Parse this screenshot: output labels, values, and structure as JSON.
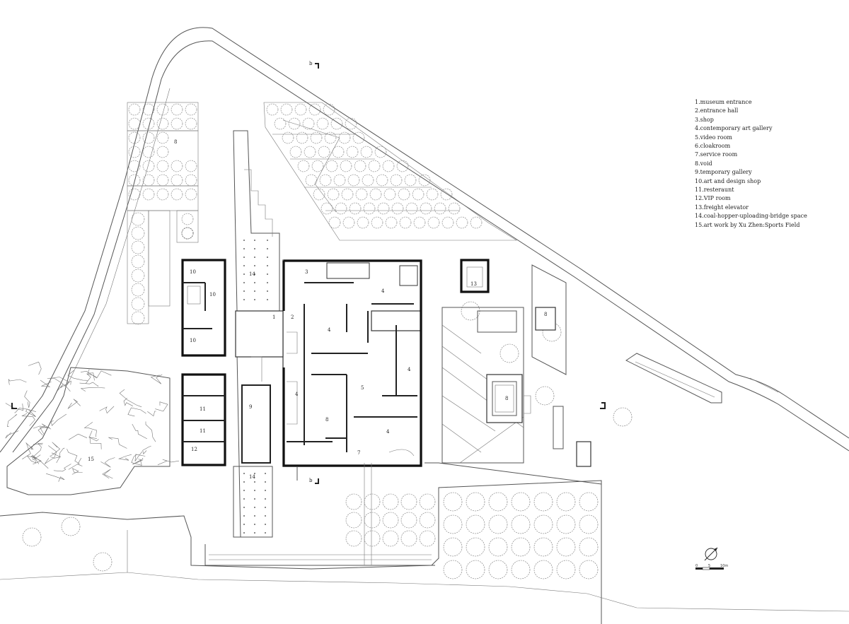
{
  "legend": [
    "1.museum entrance",
    "2.entrance hall",
    "3.shop",
    "4.contemporary art gallery",
    "5.video room",
    "6.cloakroom",
    "7.service room",
    "8.void",
    "9.temporary gallery",
    "10.art and design shop",
    "11.resteraunt",
    "12.VIP room",
    "13.freight elevator",
    "14.coal-hopper-uploading-bridge space",
    "15.art work by Xu Zhen:Sports Field"
  ],
  "room_labels": {
    "r1": "1",
    "r2": "2",
    "r3": "3",
    "r4a": "4",
    "r4b": "4",
    "r4c": "4",
    "r4d": "4",
    "r4e": "4",
    "r5": "5",
    "r7": "7",
    "r8a": "8",
    "r8b": "8",
    "r8c": "8",
    "r8d": "8",
    "r9": "9",
    "r10a": "10",
    "r10b": "10",
    "r10c": "10",
    "r11a": "11",
    "r11b": "11",
    "r12": "12",
    "r13": "13",
    "r14a": "14",
    "r14b": "14",
    "r15": "15"
  },
  "section_marks": {
    "top": "b",
    "bottom": "b"
  },
  "scale": {
    "labels": [
      "0",
      "5",
      "10m"
    ]
  },
  "icons": {
    "north": "north-arrow-icon"
  }
}
